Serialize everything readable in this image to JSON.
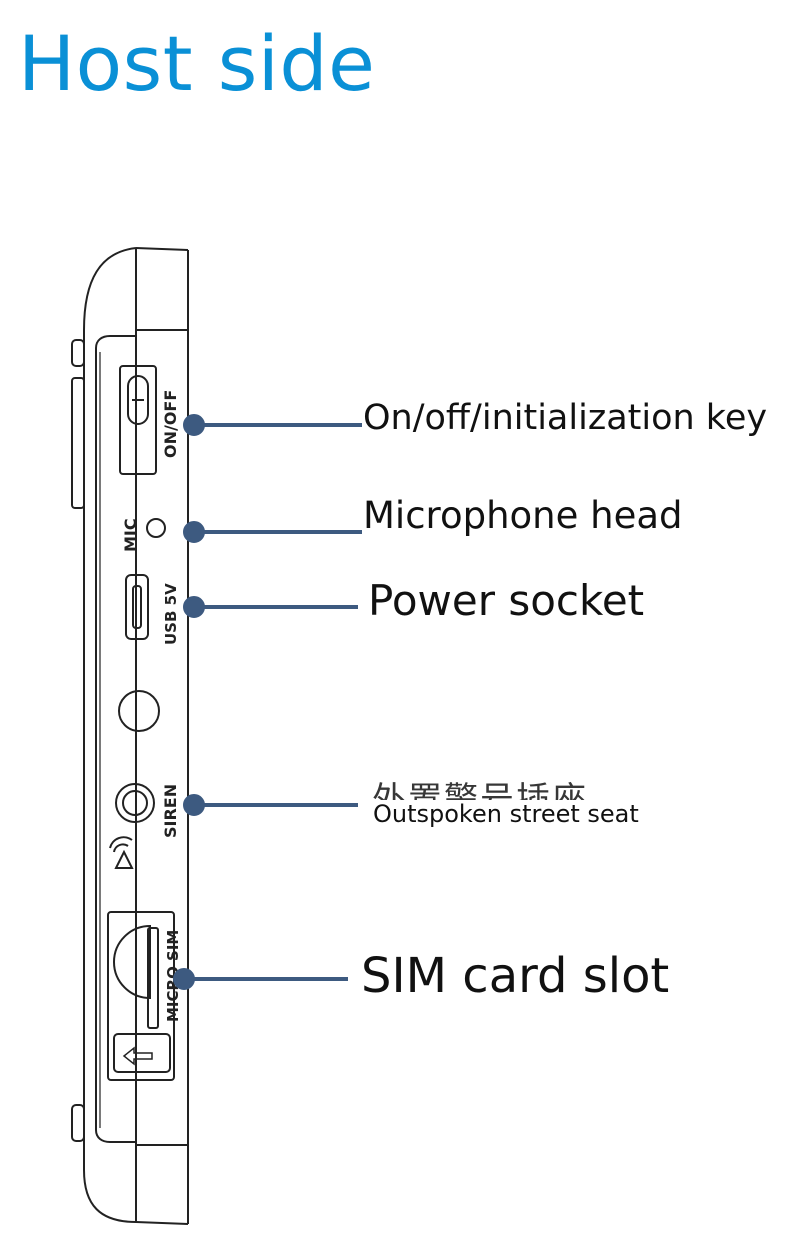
{
  "title": "Host side",
  "colors": {
    "title": "#0a90d6",
    "callout_line": "#3d5a80",
    "outline": "#222222"
  },
  "device": {
    "button_text": "ON/OFF",
    "mic_text": "MIC",
    "usb_text": "USB 5V",
    "siren_text": "SIREN",
    "sim_text": "MICRO SIM"
  },
  "callouts": {
    "onoff": "On/off/initialization key",
    "mic": "Microphone head",
    "power": "Power socket",
    "siren_original": "外置警号插座",
    "siren": "Outspoken street seat",
    "sim": "SIM card slot"
  }
}
